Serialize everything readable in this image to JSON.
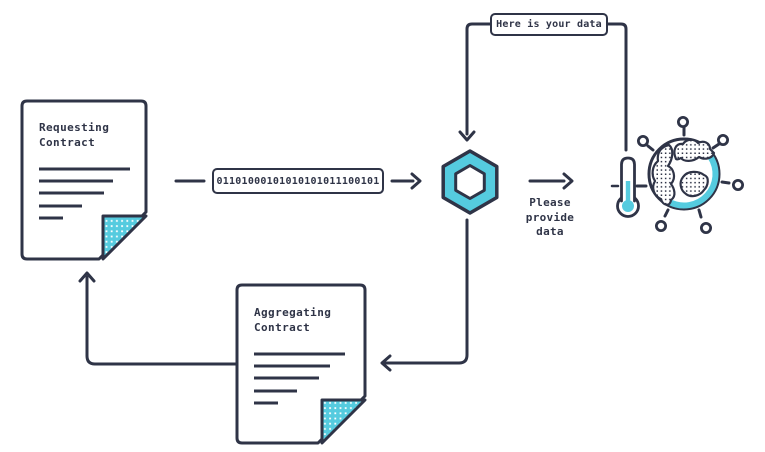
{
  "colors": {
    "ink": "#2f3447",
    "accent_cyan": "#55cbdf",
    "paper": "#ffffff"
  },
  "requesting_contract": {
    "title": "Requesting\nContract",
    "icon": "document-icon"
  },
  "aggregating_contract": {
    "title": "Aggregating\nContract",
    "icon": "document-icon"
  },
  "binary_payload": {
    "value": "01101000101010101011100101"
  },
  "labels": {
    "oracle_response": "Here is your data",
    "oracle_request": "Please\nprovide\ndata"
  },
  "icons": {
    "oracle_node": "chainlink-hexagon-icon",
    "data_source": "globe-data-source-icon",
    "temperature": "thermometer-icon",
    "page_fold": "folded-page-corner-icon"
  }
}
